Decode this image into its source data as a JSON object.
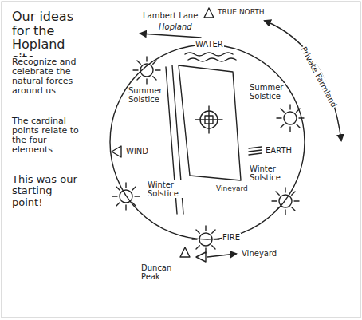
{
  "diagram": {
    "title": "Our ideas for the Hopland site",
    "labels": [
      "Recognize and celebrate the natural forces around us",
      "The cardinal points relate to the four elements",
      "This was our starting point!",
      "Lambert Lane",
      "Hopland",
      "TRUE NORTH",
      "WATER",
      "Summer Solstice",
      "Summer Solstice",
      "WIND",
      "EARTH",
      "Winter Solstice",
      "Winter Solstice",
      "Vineyard",
      "FIRE",
      "Duncan Peak",
      "Vineyard",
      "Private Farmland"
    ]
  }
}
